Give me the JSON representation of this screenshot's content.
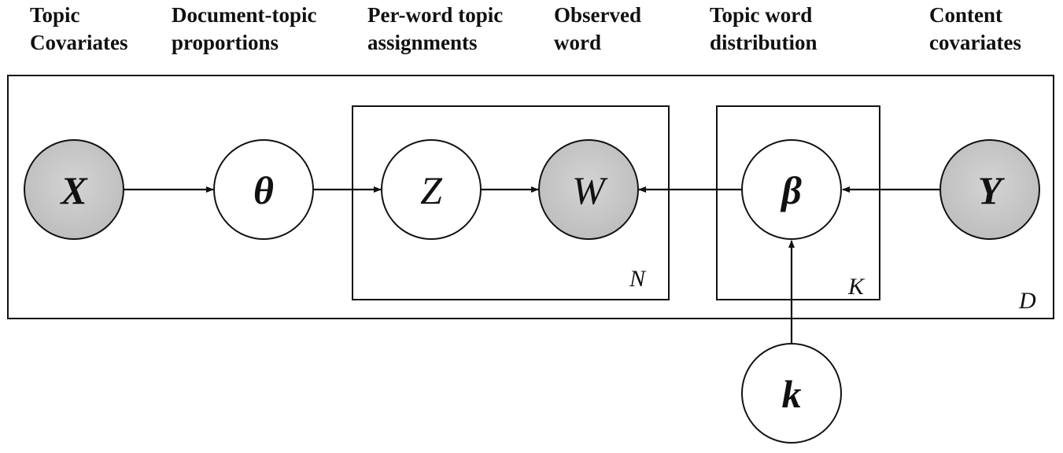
{
  "headers": {
    "topic_covariates": [
      "Topic",
      "Covariates"
    ],
    "doc_topic_proportions": [
      "Document-topic",
      "proportions"
    ],
    "per_word_topic": [
      "Per-word topic",
      "assignments"
    ],
    "observed_word": [
      "Observed",
      "word"
    ],
    "topic_word_distribution": [
      "Topic word",
      "distribution"
    ],
    "content_covariates": [
      "Content",
      "covariates"
    ]
  },
  "nodes": {
    "x": {
      "symbol": "X",
      "observed": true
    },
    "theta": {
      "symbol": "θ",
      "observed": false
    },
    "z": {
      "symbol": "Z",
      "observed": false
    },
    "w": {
      "symbol": "W",
      "observed": true
    },
    "beta": {
      "symbol": "β",
      "observed": false
    },
    "y": {
      "symbol": "Y",
      "observed": true
    },
    "k": {
      "symbol": "k",
      "observed": false
    }
  },
  "plates": {
    "n": "N",
    "k": "K",
    "d": "D"
  },
  "colors": {
    "observed_fill": "#c9c9c9",
    "latent_fill": "#ffffff",
    "stroke": "#111111"
  }
}
